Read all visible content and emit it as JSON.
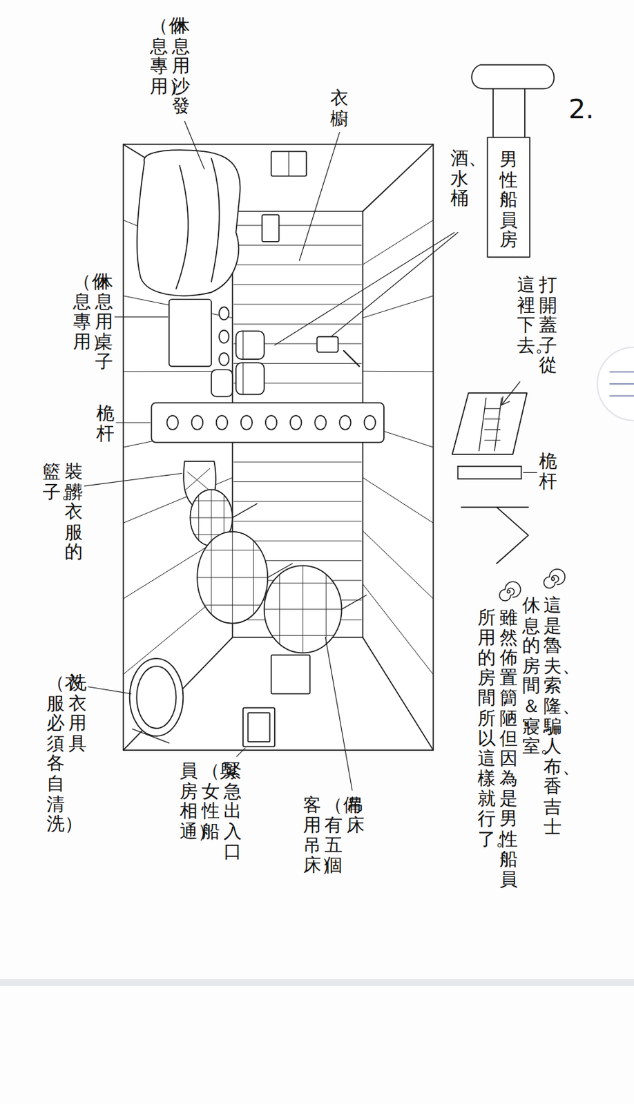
{
  "diagram": {
    "title": "男性船員房",
    "labels": [
      "2.",
      "酒、水桶",
      "衣櫥",
      "休息用沙發 （休息專用）",
      "休息用桌子 （休息專用）",
      "桅杆",
      "裝髒衣服的 籃子。",
      "洗衣用具 （衣服必須各自清洗）",
      "緊急出入口 （與女性船 員房相通）",
      "吊床 （備有五個 客用吊床）",
      "打開蓋子從 這裡下去。",
      "桅杆",
      "這是魯夫、索隆、騙人布、香吉士 休息的房間＆寢室。",
      "雖然佈置簡陋，但因為是男性船員 所用的房間，所以這樣就行了。"
    ]
  }
}
